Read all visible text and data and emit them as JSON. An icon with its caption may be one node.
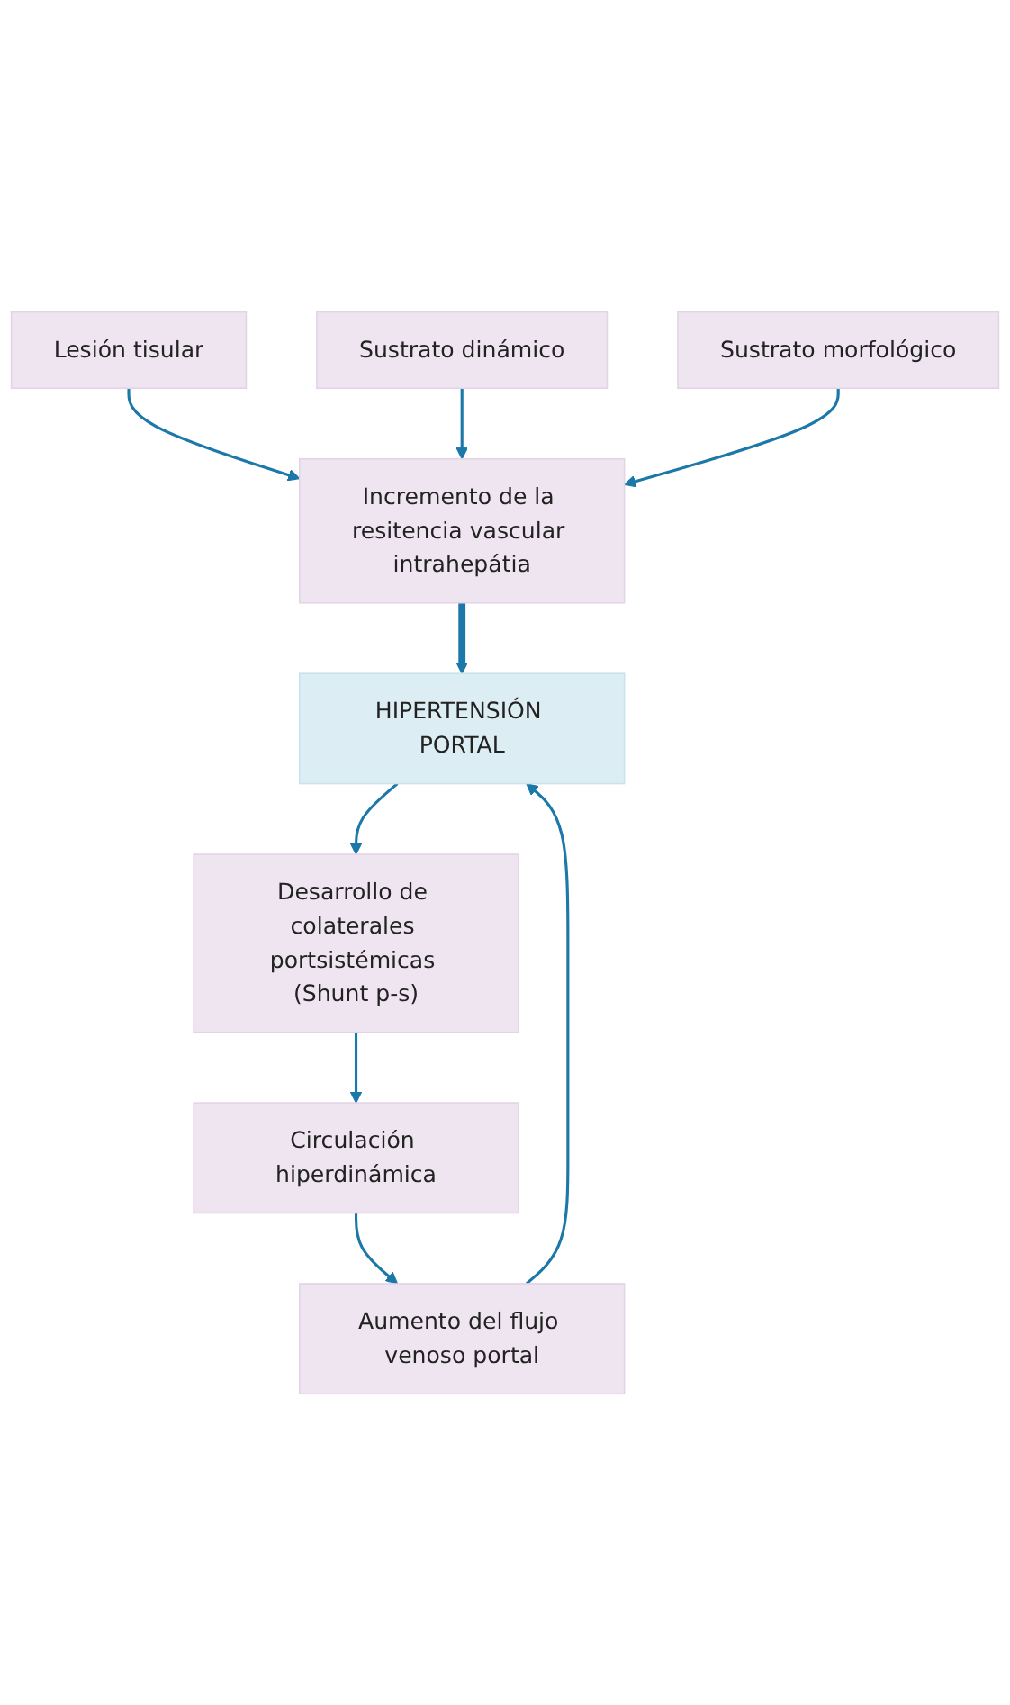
{
  "diagram": {
    "nodes": [
      {
        "text": [
          "Lesión tisular"
        ]
      },
      {
        "text": [
          "Sustrato dinámico"
        ]
      },
      {
        "text": [
          "Sustrato morfológico"
        ]
      },
      {
        "text": [
          "Incremento de la resitencia vascular intrahepátia"
        ]
      },
      {
        "text": [
          "HIPERTENSIÓN PORTAL"
        ]
      },
      {
        "text": [
          "Aumento del flujo venoso portal"
        ]
      },
      {
        "text": [
          "Circulación hiperdinámica"
        ]
      },
      {
        "text": [
          "Desarrollo de colaterales portsistémicas (Shunt p-s)"
        ]
      }
    ],
    "edges": [
      {
        "from": 0,
        "to": 3,
        "arrow": "to"
      },
      {
        "from": 1,
        "to": 3,
        "arrow": "to"
      },
      {
        "from": 2,
        "to": 3,
        "arrow": "to"
      },
      {
        "from": 3,
        "to": 4,
        "arrow": "to",
        "style": "thick"
      },
      {
        "from": 4,
        "to": 7,
        "arrow": "to"
      },
      {
        "from": 7,
        "to": 6,
        "arrow": "to"
      },
      {
        "from": 6,
        "to": 5,
        "arrow": "to"
      },
      {
        "from": 5,
        "to": 4,
        "arrow": "to"
      }
    ]
  }
}
